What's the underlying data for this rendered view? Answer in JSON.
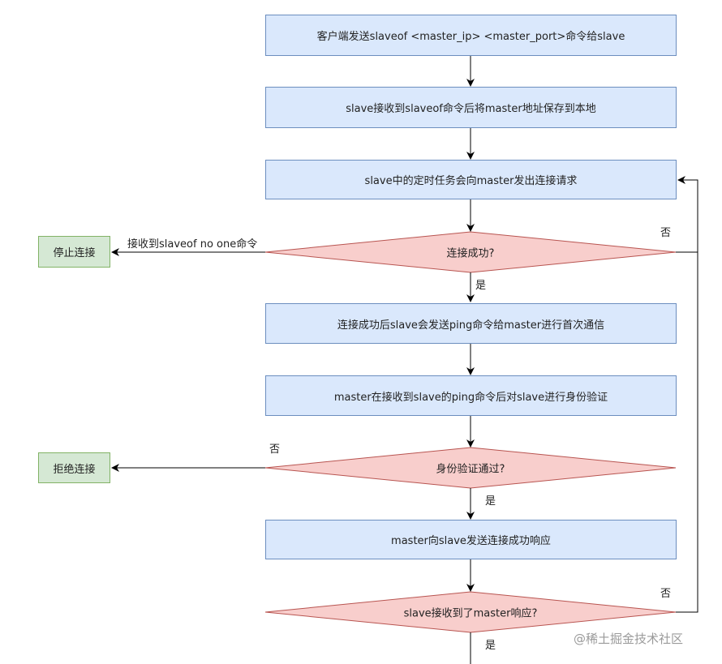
{
  "steps": {
    "s1": "客户端发送slaveof <master_ip> <master_port>命令给slave",
    "s2": "slave接收到slaveof命令后将master地址保存到本地",
    "s3": "slave中的定时任务会向master发出连接请求",
    "s4": "连接成功后slave会发送ping命令给master进行首次通信",
    "s5": "master在接收到slave的ping命令后对slave进行身份验证",
    "s6": "master向slave发送连接成功响应"
  },
  "decisions": {
    "d1": "连接成功?",
    "d2": "身份验证通过?",
    "d3": "slave接收到了master响应?"
  },
  "terminals": {
    "t1": "停止连接",
    "t2": "拒绝连接"
  },
  "edge_labels": {
    "slaveof_no_one": "接收到slaveof no one命令",
    "no1": "否",
    "yes1": "是",
    "no2": "否",
    "yes2": "是",
    "no3": "否",
    "yes3": "是"
  },
  "watermark": "@稀土掘金技术社区",
  "colors": {
    "process_fill": "#dae8fc",
    "process_stroke": "#6c8ebf",
    "decision_fill": "#f8cecc",
    "decision_stroke": "#b85450",
    "terminal_fill": "#d5e8d4",
    "terminal_stroke": "#82b366"
  }
}
